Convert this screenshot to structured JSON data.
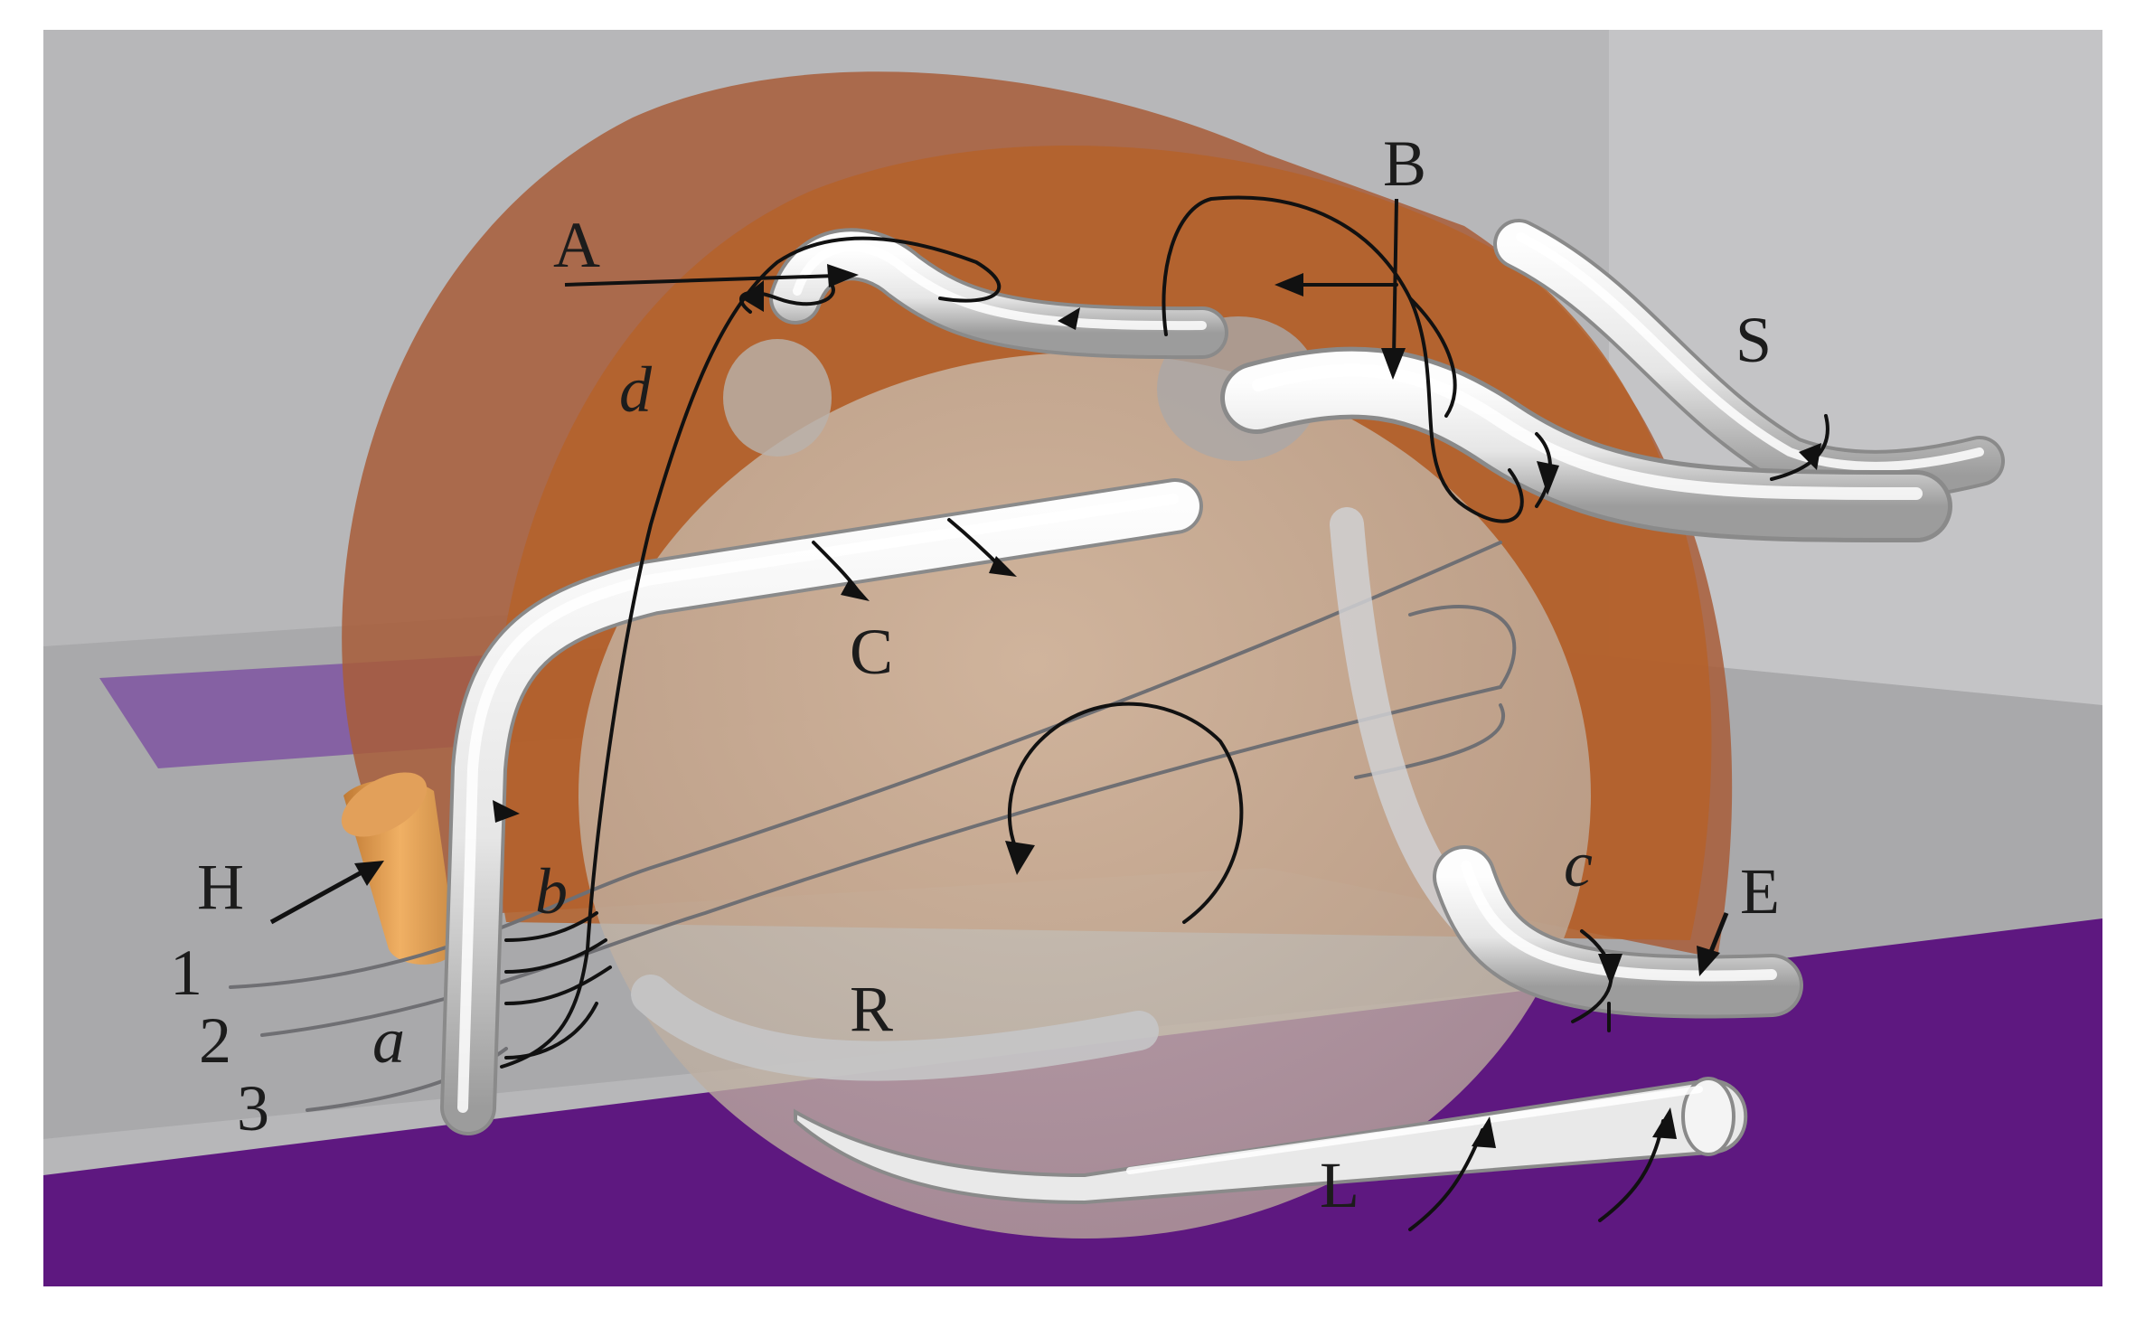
{
  "figure": {
    "labels": {
      "A": "A",
      "B": "B",
      "C": "C",
      "S": "S",
      "H": "H",
      "E": "E",
      "R": "R",
      "L": "L",
      "d": "d",
      "b": "b",
      "a": "a",
      "c": "c",
      "one": "1",
      "two": "2",
      "three": "3"
    },
    "colors": {
      "background_wall": "#b7b7b9",
      "floor": "#5e1880",
      "wheel_tire": "#a85d38",
      "wheel_inner": "#b66a2e",
      "hub_sphere": "#cdbfae",
      "tube": "#f2f2f2",
      "hub_marker": "#e0a050",
      "vortex_line": "#111111"
    }
  }
}
